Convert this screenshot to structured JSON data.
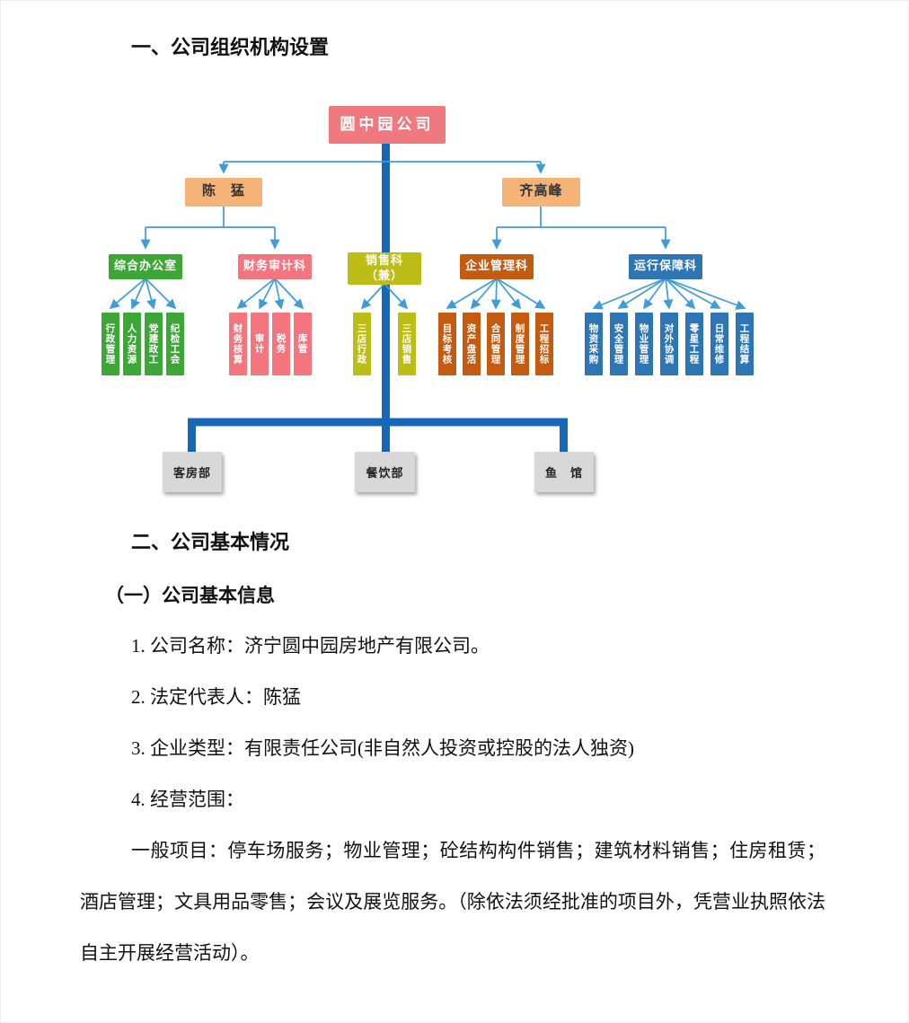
{
  "document": {
    "section1_title": "一、公司组织机构设置",
    "section2_title": "二、公司基本情况",
    "subsection_title": "（一）公司基本信息",
    "paragraphs": [
      "1. 公司名称：济宁圆中园房地产有限公司。",
      "2. 法定代表人：陈猛",
      "3. 企业类型：有限责任公司(非自然人投资或控股的法人独资)",
      "4. 经营范围：",
      "一般项目：停车场服务；物业管理；砼结构构件销售；建筑材料销售；住房租赁；酒店管理；文具用品零售；会议及展览服务。（除依法须经批准的项目外，凭营业执照依法自主开展经营活动）。"
    ]
  },
  "org_chart": {
    "colors": {
      "connector": "#3E9BDC",
      "trunk": "#1568B8",
      "root": "#F0787F",
      "leader": "#F6B377",
      "gray": "#D8D8D8"
    },
    "root": "圆中园公司",
    "leaders": [
      "陈　猛",
      "齐高峰"
    ],
    "departments": [
      {
        "name": "综合办公室",
        "color": "#3CA736",
        "items": [
          "行政管理",
          "人力资源",
          "党建政工",
          "纪检工会"
        ]
      },
      {
        "name": "财务审计科",
        "color": "#F4757D",
        "items": [
          "财务核算",
          "审计",
          "税务",
          "库管"
        ]
      },
      {
        "name": "销售科\n（兼）",
        "color": "#BDBD17",
        "items": [
          "三店行政",
          "三店销售"
        ]
      },
      {
        "name": "企业管理科",
        "color": "#C55A11",
        "items": [
          "目标考核",
          "资产盘活",
          "合同管理",
          "制度管理",
          "工程招标"
        ]
      },
      {
        "name": "运行保障科",
        "color": "#2E75B6",
        "items": [
          "物资采购",
          "安全管理",
          "物业管理",
          "对外协调",
          "零星工程",
          "日常维修",
          "工程结算"
        ]
      }
    ],
    "bottom_units": [
      "客房部",
      "餐饮部",
      "鱼　馆"
    ]
  }
}
